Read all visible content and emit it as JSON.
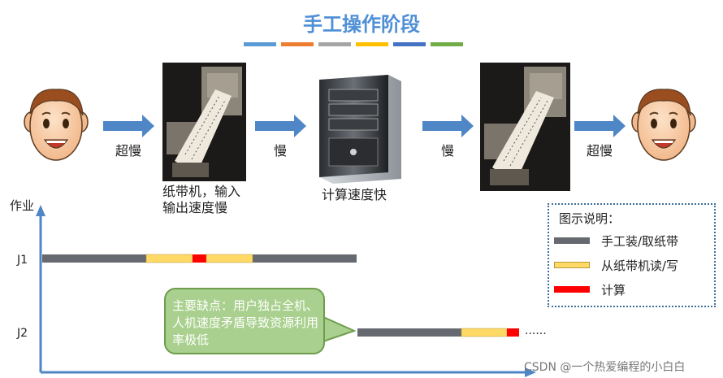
{
  "title": "手工操作阶段",
  "title_colors": [
    "#5b9bd5",
    "#ed7d31",
    "#a5a5a5",
    "#ffc000",
    "#4472c4",
    "#70ad47"
  ],
  "flow": {
    "arrow_labels": [
      "超慢",
      "慢",
      "慢",
      "超慢"
    ],
    "tape_caption_line1": "纸带机，输入",
    "tape_caption_line2": "输出速度慢",
    "computer_caption": "计算速度快"
  },
  "axis": {
    "ylabel": "作业",
    "rows": [
      "J1",
      "J2"
    ]
  },
  "colors": {
    "gray": "#666a70",
    "yellow": "#ffd966",
    "red": "#ff0000",
    "arrow": "#4f86c6"
  },
  "legend": {
    "title": "图示说明：",
    "items": [
      {
        "label": "手工装/取纸带",
        "color": "#666a70"
      },
      {
        "label": "从纸带机读/写",
        "color": "#ffd966"
      },
      {
        "label": "计算",
        "color": "#ff0000"
      }
    ]
  },
  "bubble": {
    "text": "主要缺点：用户独占全机、人机速度矛盾导致资源利用率极低"
  },
  "ellipsis": "......",
  "watermark": "CSDN @一个热爱编程的小白白"
}
